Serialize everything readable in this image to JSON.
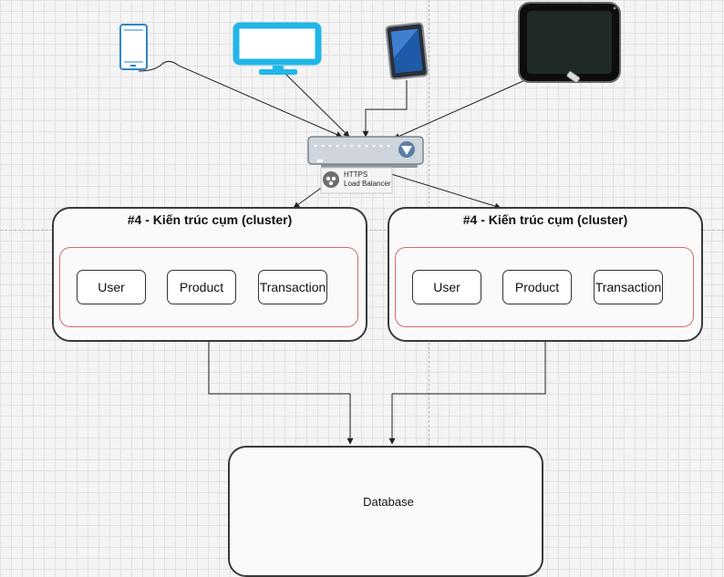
{
  "load_balancer": {
    "label_line1": "HTTPS",
    "label_line2": "Load Balancer"
  },
  "clusters": [
    {
      "title": "#4 - Kiến trúc cụm (cluster)",
      "services": [
        "User",
        "Product",
        "Transaction"
      ]
    },
    {
      "title": "#4 - Kiến trúc cụm (cluster)",
      "services": [
        "User",
        "Product",
        "Transaction"
      ]
    }
  ],
  "database": {
    "label": "Database"
  },
  "colors": {
    "monitor": "#22b6e8",
    "phone": "#2e86c9",
    "inner_border": "#d46a6a",
    "db_hatch": "#3a8fc7"
  },
  "icons": [
    "smartphone-icon",
    "monitor-icon",
    "tablet-icon",
    "tablet-large-icon",
    "load-balancer-icon",
    "database-icon"
  ]
}
